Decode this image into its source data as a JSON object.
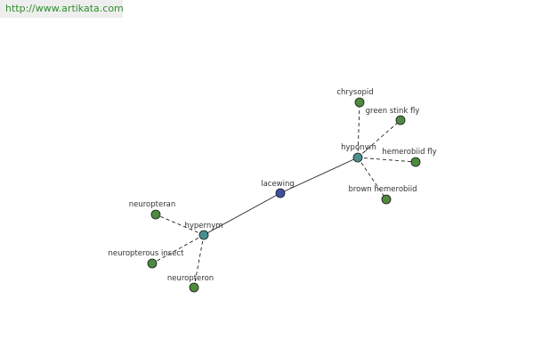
{
  "header": {
    "url": "http://www.artikata.com"
  },
  "graph": {
    "colors": {
      "edge": "#222222",
      "center": "#3f4fa0",
      "hub": "#4a8f8f",
      "leaf": "#4e8a40",
      "stroke": "#1a1a1a"
    },
    "nodes": [
      {
        "id": "lacewing",
        "label": "lacewing",
        "kind": "center"
      },
      {
        "id": "hyponym",
        "label": "hyponym",
        "kind": "hub"
      },
      {
        "id": "hypernym",
        "label": "hypernym",
        "kind": "hub"
      },
      {
        "id": "chrysopid",
        "label": "chrysopid",
        "kind": "leaf"
      },
      {
        "id": "green-stink-fly",
        "label": "green stink fly",
        "kind": "leaf"
      },
      {
        "id": "hemerobiid-fly",
        "label": "hemerobiid fly",
        "kind": "leaf"
      },
      {
        "id": "brown-hemerobiid",
        "label": "brown hemerobiid",
        "kind": "leaf"
      },
      {
        "id": "neuropteran",
        "label": "neuropteran",
        "kind": "leaf"
      },
      {
        "id": "neuropterous-insect",
        "label": "neuropterous insect",
        "kind": "leaf"
      },
      {
        "id": "neuropteron",
        "label": "neuropteron",
        "kind": "leaf"
      }
    ],
    "edges": [
      {
        "from": "lacewing",
        "to": "hyponym",
        "style": "solid"
      },
      {
        "from": "lacewing",
        "to": "hypernym",
        "style": "solid"
      },
      {
        "from": "hyponym",
        "to": "chrysopid",
        "style": "dashed"
      },
      {
        "from": "hyponym",
        "to": "green-stink-fly",
        "style": "dashed"
      },
      {
        "from": "hyponym",
        "to": "hemerobiid-fly",
        "style": "dashed"
      },
      {
        "from": "hyponym",
        "to": "brown-hemerobiid",
        "style": "dashed"
      },
      {
        "from": "hypernym",
        "to": "neuropteran",
        "style": "dashed"
      },
      {
        "from": "hypernym",
        "to": "neuropterous-insect",
        "style": "dashed"
      },
      {
        "from": "hypernym",
        "to": "neuropteron",
        "style": "dashed"
      }
    ]
  }
}
